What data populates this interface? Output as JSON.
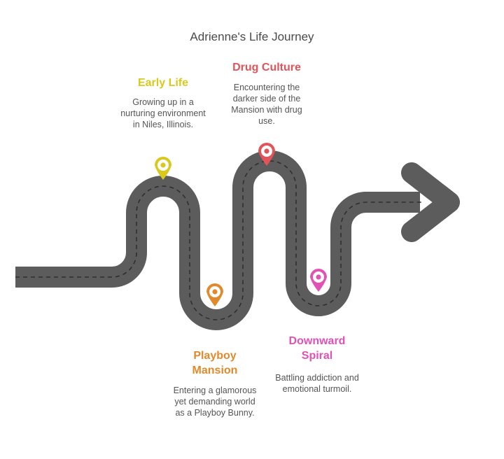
{
  "title": "Adrienne's Life Journey",
  "colors": {
    "road": "#5c5c5c",
    "road_dash": "#2f2f2f",
    "early_life": "#d9c91e",
    "playboy_mansion": "#e08a2c",
    "drug_culture": "#e0545a",
    "downward_spiral": "#e052b4"
  },
  "stages": [
    {
      "key": "early_life",
      "title": "Early Life",
      "description": "Growing up in a nurturing environment in Niles, Illinois.",
      "icon": "map-pin-icon"
    },
    {
      "key": "playboy_mansion",
      "title": "Playboy Mansion",
      "description": "Entering a glamorous yet demanding world as a Playboy Bunny.",
      "icon": "map-pin-icon"
    },
    {
      "key": "drug_culture",
      "title": "Drug Culture",
      "description": "Encountering the darker side of the Mansion with drug use.",
      "icon": "map-pin-icon"
    },
    {
      "key": "downward_spiral",
      "title": "Downward Spiral",
      "description": "Battling addiction and emotional turmoil.",
      "icon": "map-pin-icon"
    }
  ]
}
